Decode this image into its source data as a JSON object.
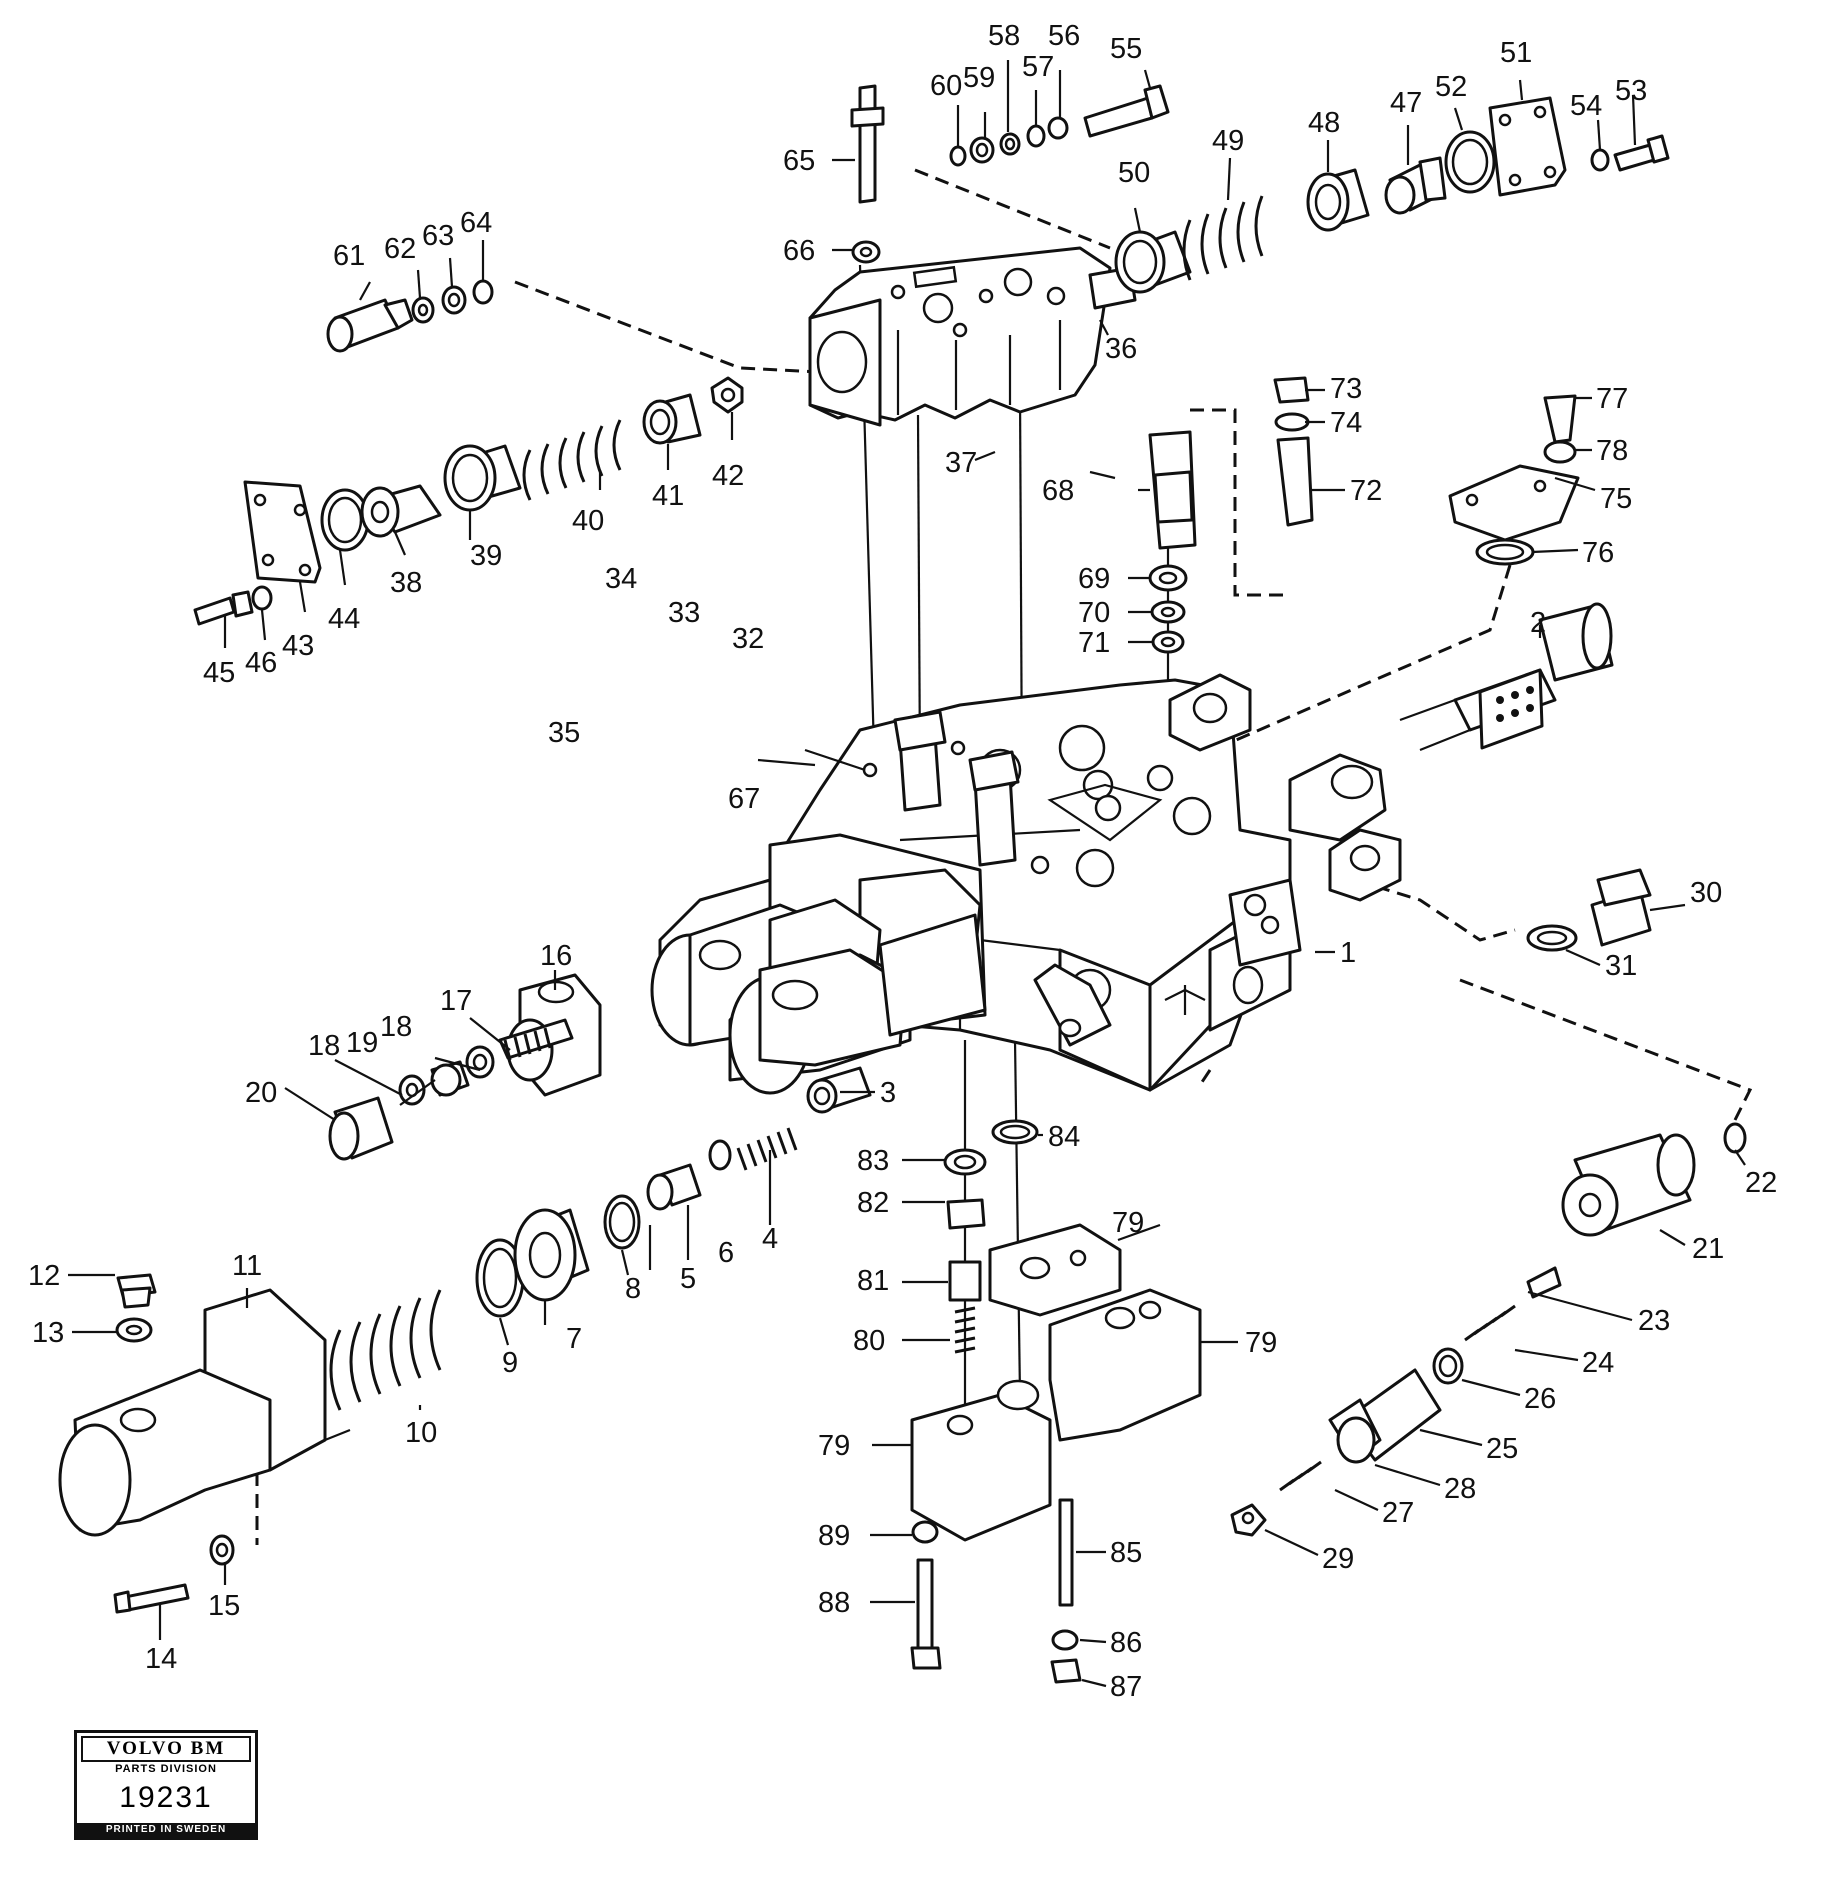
{
  "diagram": {
    "part_numbers": [
      "1",
      "2",
      "3",
      "4",
      "5",
      "6",
      "7",
      "8",
      "9",
      "10",
      "11",
      "12",
      "13",
      "14",
      "15",
      "16",
      "17",
      "18",
      "18",
      "19",
      "20",
      "21",
      "22",
      "23",
      "24",
      "25",
      "26",
      "27",
      "28",
      "29",
      "30",
      "31",
      "32",
      "33",
      "34",
      "35",
      "36",
      "37",
      "38",
      "39",
      "40",
      "41",
      "42",
      "43",
      "44",
      "45",
      "46",
      "47",
      "48",
      "49",
      "50",
      "51",
      "52",
      "53",
      "54",
      "55",
      "56",
      "57",
      "58",
      "59",
      "60",
      "61",
      "62",
      "63",
      "64",
      "65",
      "66",
      "67",
      "68",
      "69",
      "70",
      "71",
      "72",
      "73",
      "74",
      "75",
      "76",
      "77",
      "78",
      "79",
      "79",
      "79",
      "80",
      "81",
      "82",
      "83",
      "84",
      "85",
      "86",
      "87",
      "88",
      "89"
    ]
  },
  "stamp": {
    "brand": "VOLVO BM",
    "division": "PARTS DIVISION",
    "drawing_number": "19231",
    "printed": "PRINTED IN SWEDEN"
  }
}
